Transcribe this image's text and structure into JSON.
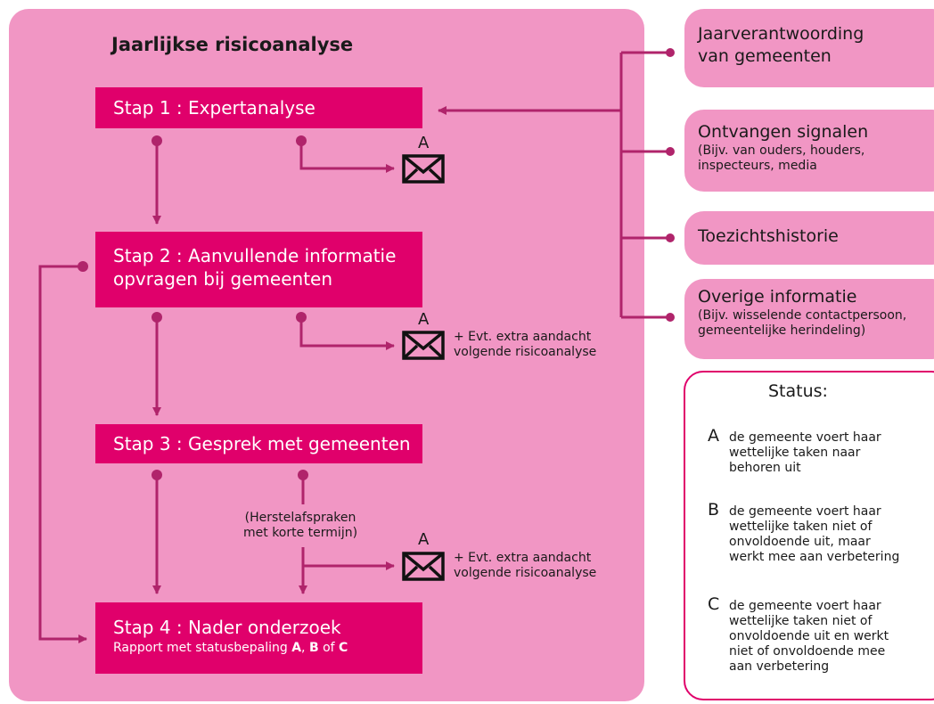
{
  "main": {
    "title": "Jaarlijkse risicoanalyse",
    "steps": [
      {
        "label": "Stap 1 : Expertanalyse"
      },
      {
        "label": "Stap 2 : Aanvullende informatie\nopvragen bij gemeenten"
      },
      {
        "label": "Stap 3 : Gesprek met gemeenten"
      },
      {
        "label": "Stap 4 : Nader onderzoek",
        "sub_prefix": "Rapport met statusbepaling ",
        "sub_a": "A",
        "sub_sep1": ", ",
        "sub_b": "B",
        "sub_sep2": " of ",
        "sub_c": "C"
      }
    ],
    "envelopes": [
      {
        "letter": "A"
      },
      {
        "letter": "A",
        "note": "+ Evt. extra aandacht\nvolgende risicoanalyse"
      },
      {
        "letter": "A",
        "note": "+ Evt. extra aandacht\nvolgende risicoanalyse"
      }
    ],
    "herstel_note": "(Herstelafspraken\nmet korte termijn)"
  },
  "sources": [
    {
      "title": "Jaarverantwoording\nvan gemeenten"
    },
    {
      "title": "Ontvangen signalen",
      "detail": "(Bijv. van ouders, houders,\ninspecteurs, media"
    },
    {
      "title": "Toezichtshistorie"
    },
    {
      "title": "Overige informatie",
      "detail": "(Bijv. wisselende contactpersoon,\ngemeentelijke herindeling)"
    }
  ],
  "status": {
    "title": "Status:",
    "items": [
      {
        "letter": "A",
        "text": "de gemeente voert haar\nwettelijke taken naar\nbehoren uit"
      },
      {
        "letter": "B",
        "text": "de gemeente voert haar\nwettelijke taken niet of\nonvoldoende uit, maar\nwerkt mee aan verbetering"
      },
      {
        "letter": "C",
        "text": "de gemeente voert haar\nwettelijke taken niet of\nonvoldoende uit en werkt\nniet of onvoldoende mee\naan verbetering"
      }
    ]
  },
  "colors": {
    "panel": "#f196c4",
    "step": "#e0006b",
    "connector": "#b0246b",
    "text": "#1a1a1a"
  }
}
